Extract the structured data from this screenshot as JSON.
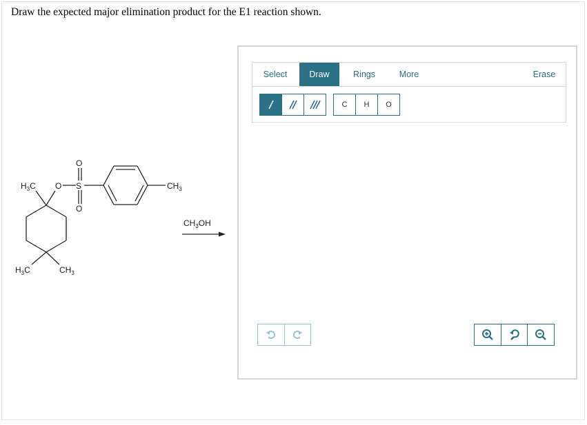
{
  "question": "Draw the expected major elimination product for the E1 reaction shown.",
  "reaction": {
    "labels": {
      "h3c_top": "H3C",
      "h3c_bottom": "H3C",
      "ch3_bottom": "CH3",
      "ch3_para": "CH3",
      "oxygen_ester": "O",
      "sulfur": "S",
      "oxygen_top": "O",
      "oxygen_bottom": "O"
    },
    "reagent": "CH3OH"
  },
  "editor": {
    "tabs": [
      "Select",
      "Draw",
      "Rings",
      "More",
      "Erase"
    ],
    "active_tab": "Draw",
    "bond_tools": [
      "single-bond",
      "double-bond",
      "triple-bond"
    ],
    "active_bond": "single-bond",
    "atoms": [
      "C",
      "H",
      "O"
    ],
    "history": [
      "undo",
      "redo"
    ],
    "zoom": [
      "zoom-in",
      "zoom-reset",
      "zoom-out"
    ],
    "accent_color": "#2b7185"
  }
}
